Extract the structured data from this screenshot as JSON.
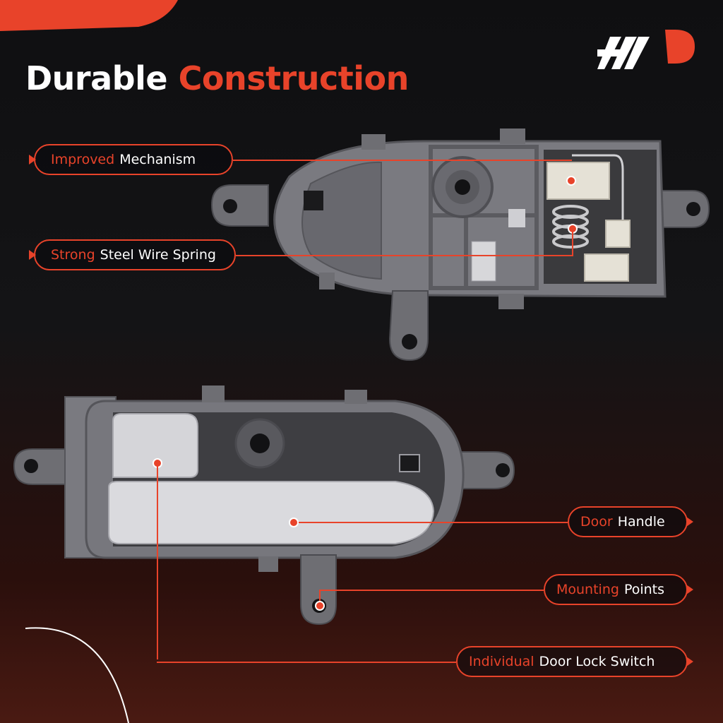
{
  "headline": {
    "part1": "Durable",
    "part2": "Construction"
  },
  "brand": {
    "accent": "#e8432a",
    "logo_icon": "ap-logo-icon"
  },
  "callouts": [
    {
      "id": "improved-mechanism",
      "highlight": "Improved",
      "text": "Mechanism"
    },
    {
      "id": "strong-spring",
      "highlight": "Strong",
      "text": "Steel Wire Spring"
    },
    {
      "id": "door-handle",
      "highlight": "Door",
      "text": "Handle"
    },
    {
      "id": "mounting-points",
      "highlight": "Mounting",
      "text": "Points"
    },
    {
      "id": "lock-switch",
      "highlight": "Individual",
      "text": "Door Lock Switch"
    }
  ]
}
